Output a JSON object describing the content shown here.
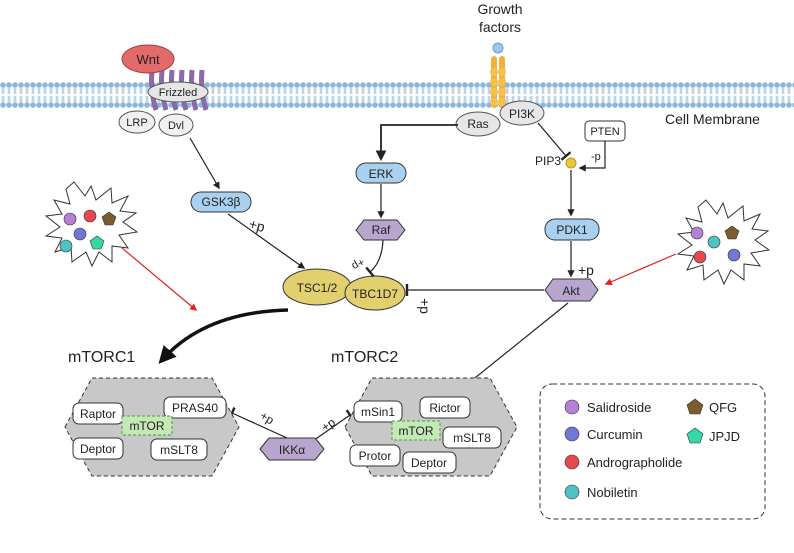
{
  "labels": {
    "growth_factors_line1": "Growth",
    "growth_factors_line2": "factors",
    "cell_membrane": "Cell Membrane",
    "wnt": "Wnt",
    "frizzled": "Frizzled",
    "lrp": "LRP",
    "dvl": "Dvl",
    "ras": "Ras",
    "pi3k": "PI3K",
    "pten": "PTEN",
    "minus_p": "-p",
    "pip3": "PIP3",
    "erk": "ERK",
    "raf": "Raf",
    "gsk3b": "GSK3β",
    "pdk1": "PDK1",
    "akt": "Akt",
    "tsc12": "TSC1/2",
    "tbc1d7": "TBC1D7",
    "plus_p": "+p",
    "mtorc1": "mTORC1",
    "mtorc2": "mTORC2",
    "ikka": "IKKα"
  },
  "mtorc1_components": {
    "raptor": "Raptor",
    "pras40": "PRAS40",
    "mtor": "mTOR",
    "deptor": "Deptor",
    "mslt8": "mSLT8"
  },
  "mtorc2_components": {
    "msin1": "mSin1",
    "rictor": "Rictor",
    "mtor": "mTOR",
    "mslt8": "mSLT8",
    "protor": "Protor",
    "deptor": "Deptor"
  },
  "legend": {
    "salidroside": "Salidroside",
    "qfg": "QFG",
    "curcumin": "Curcumin",
    "jpjd": "JPJD",
    "andrographolide": "Andrographolide",
    "nobiletin": "Nobiletin"
  },
  "colors": {
    "salidroside": "#b77fd6",
    "curcumin": "#6f78d6",
    "andrographolide": "#e5484d",
    "nobiletin": "#4fc3c3",
    "qfg": "#7a5c2e",
    "jpjd": "#35d6a8",
    "kinase_blue": "#a9d1ef",
    "hex_purple": "#b8a6cf",
    "tsc_yellow": "#e2cf6e",
    "wnt_red": "#e26a6a",
    "complex_gray": "#c8c8c8"
  }
}
